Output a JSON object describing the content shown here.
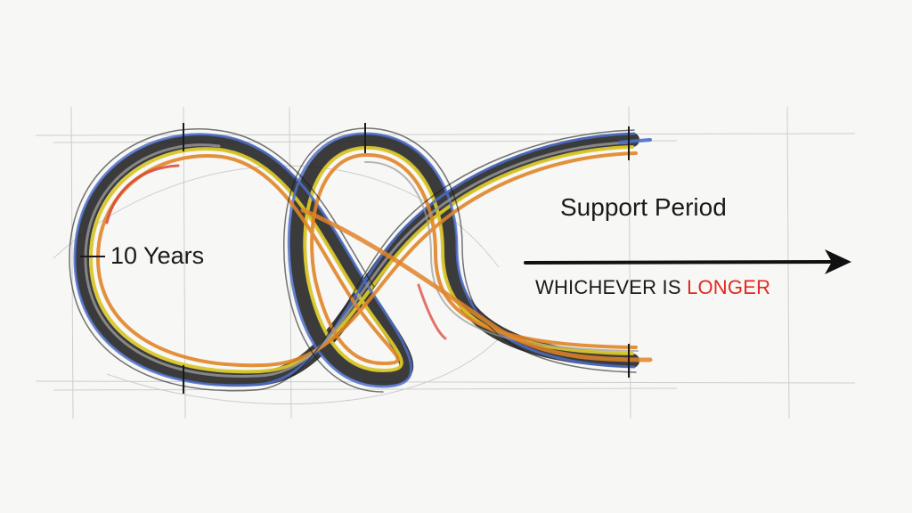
{
  "labels": {
    "duration": "10 Years",
    "support": "Support Period",
    "whichever_prefix": "WHICHEVER IS ",
    "whichever_emphasis": "LONGER"
  },
  "colors": {
    "ink": "#1a1a1a",
    "emphasis": "#e02a1e",
    "guide": "#c9c9c9",
    "strand_yellow": "#d8c62a",
    "strand_orange": "#e08428",
    "strand_blue": "#4d6fc9",
    "strand_red": "#d9473a",
    "strand_gray": "#9a9a9a"
  },
  "icons": {
    "arrow": "right-arrow-icon"
  }
}
